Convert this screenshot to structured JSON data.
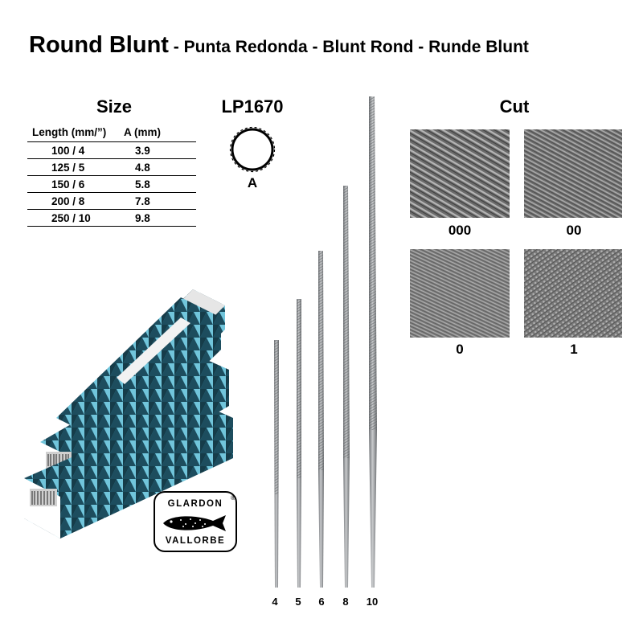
{
  "title": {
    "main": "Round Blunt",
    "sub": " - Punta Redonda - Blunt Rond - Runde Blunt"
  },
  "size": {
    "heading": "Size",
    "columns": [
      "Length (mm/”)",
      "A (mm)"
    ],
    "rows": [
      [
        "100 / 4",
        "3.9"
      ],
      [
        "125 / 5",
        "4.8"
      ],
      [
        "150 / 6",
        "5.8"
      ],
      [
        "200 / 8",
        "7.8"
      ],
      [
        "250 / 10",
        "9.8"
      ]
    ]
  },
  "profile": {
    "code": "LP1670",
    "dimension_label": "A"
  },
  "cut": {
    "heading": "Cut",
    "grades": [
      "000",
      "00",
      "0",
      "1"
    ]
  },
  "files": {
    "labels": [
      "4",
      "5",
      "6",
      "8",
      "10"
    ]
  },
  "logo": {
    "line1": "GLARDON",
    "line2": "VALLORBE",
    "registered": "®"
  },
  "colors": {
    "text": "#000000",
    "box_teal": "#2aa3c4",
    "box_dark": "#1d4d5e",
    "file_steel": "#8c8f92",
    "swatch_gray": "#6e6e6e"
  }
}
